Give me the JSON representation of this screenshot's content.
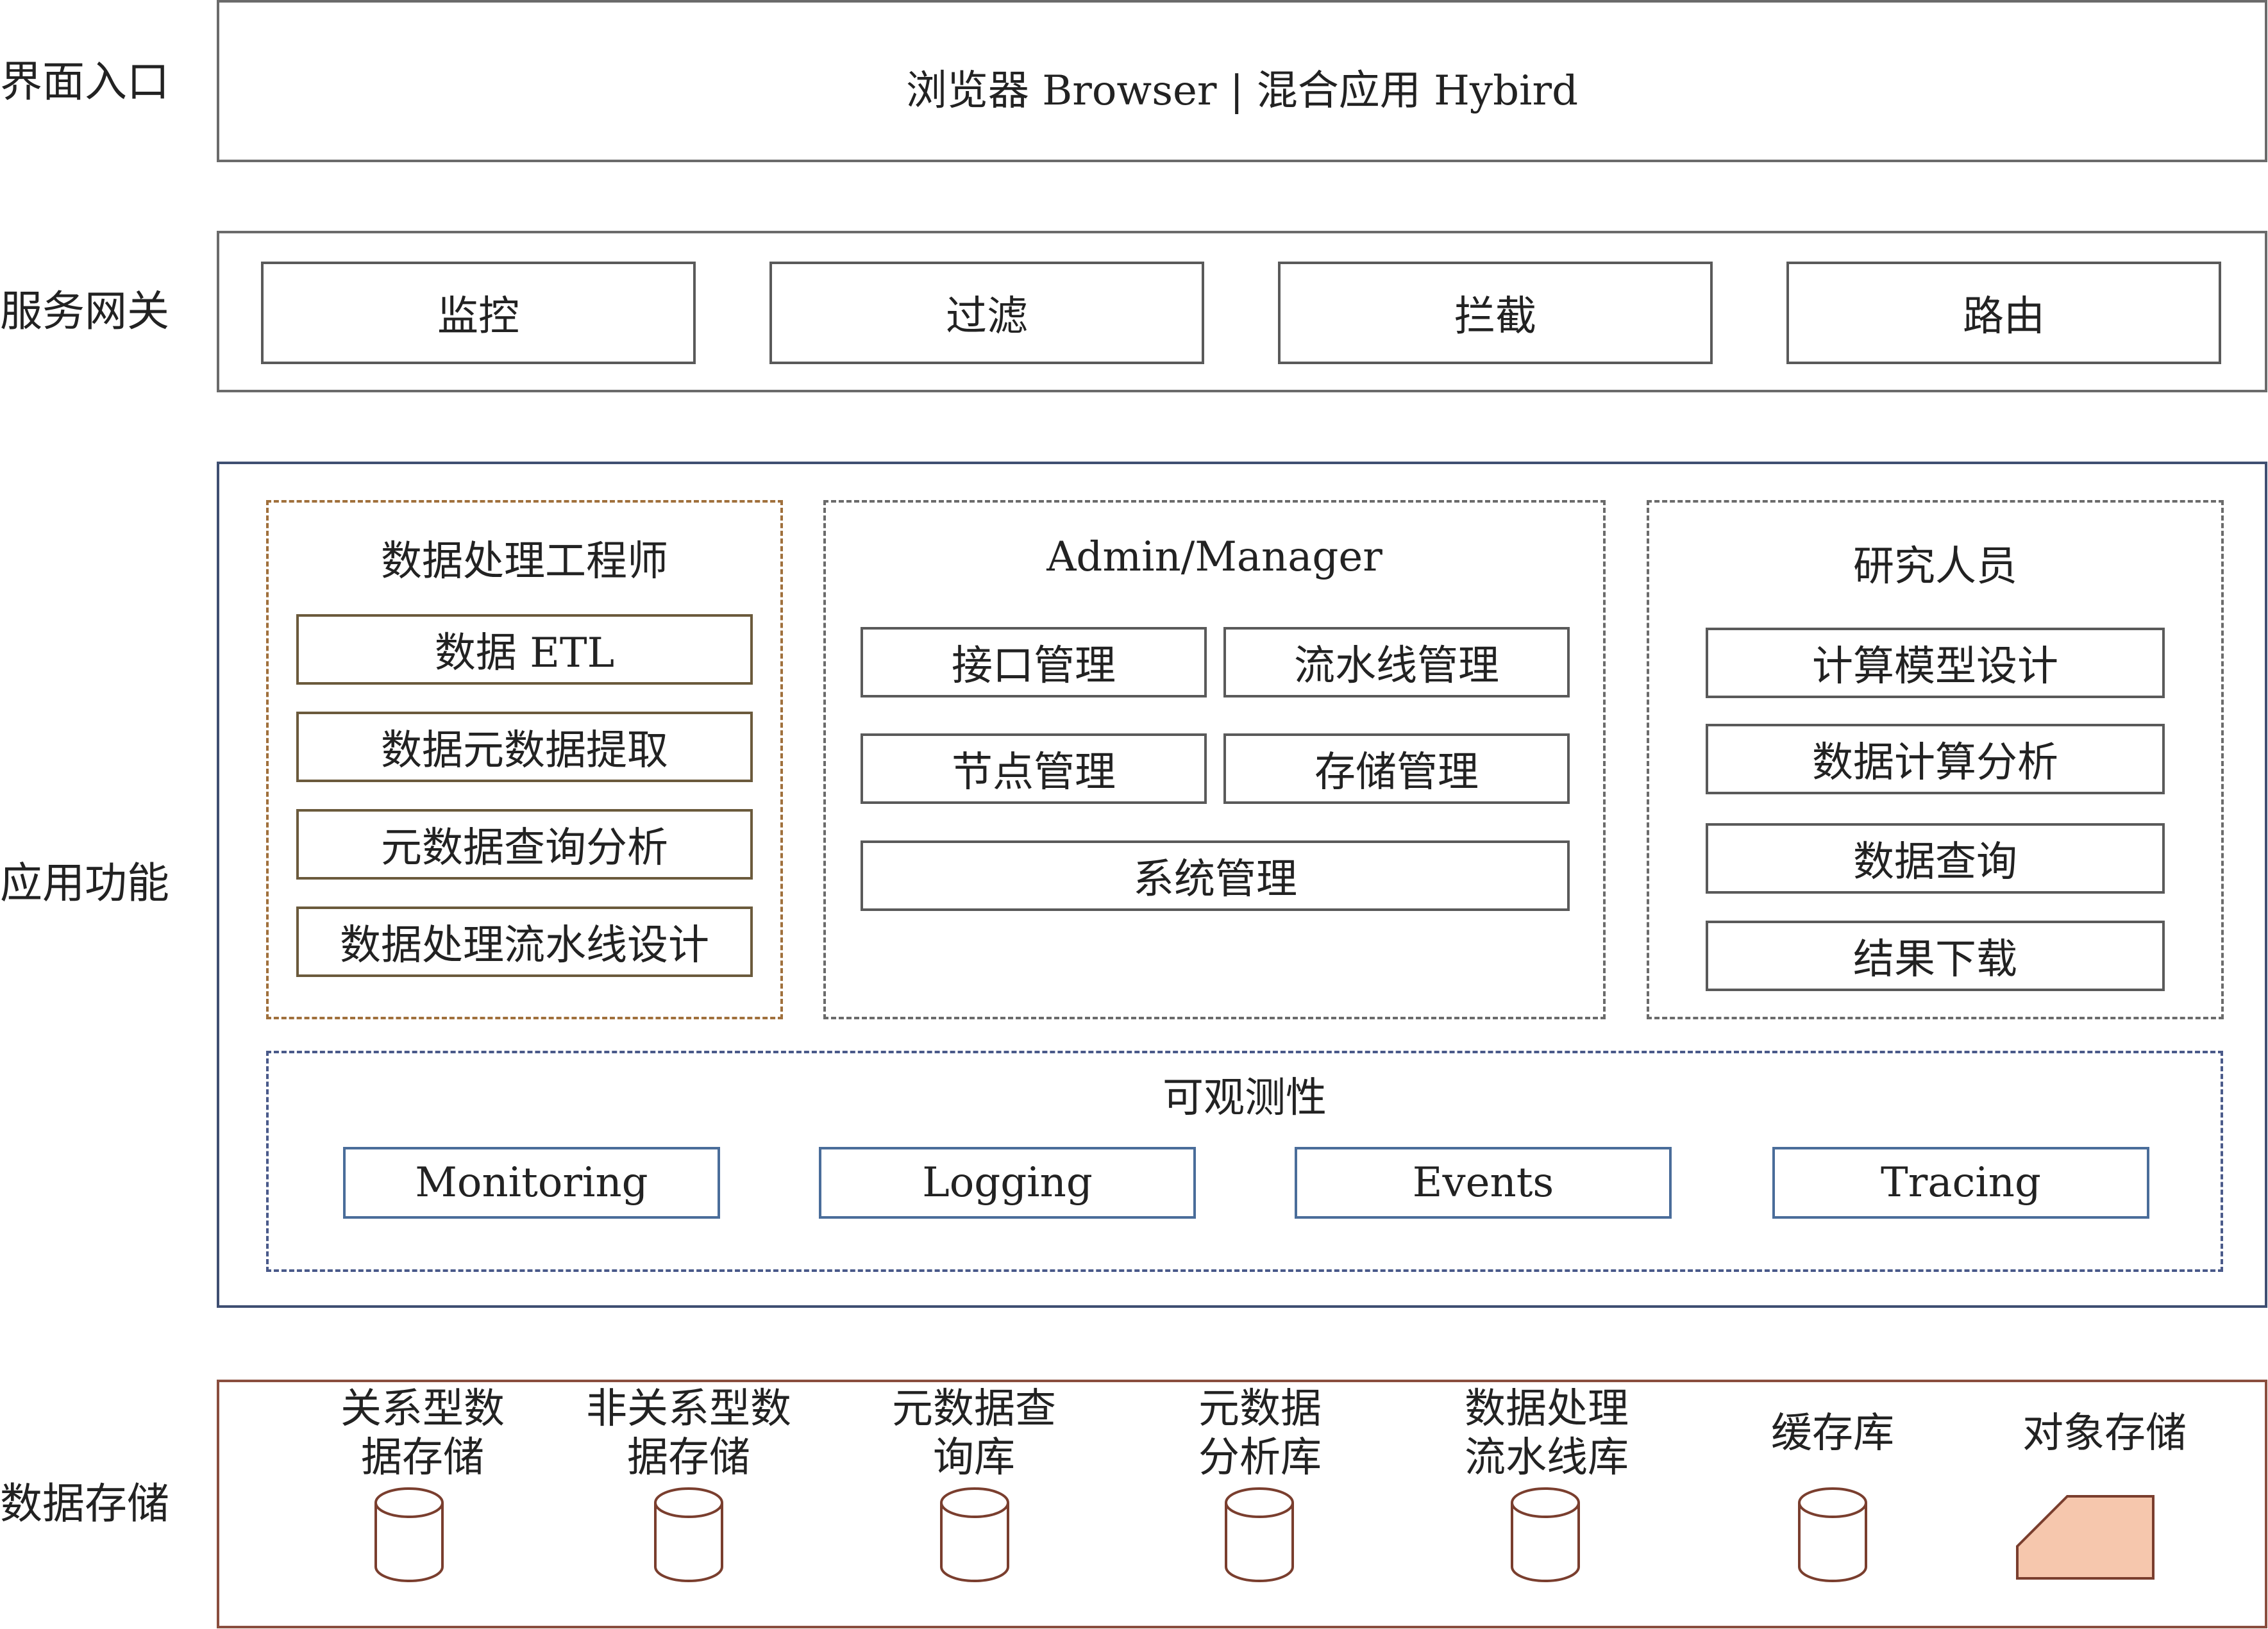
{
  "rows": {
    "entry": "界面入口",
    "gateway": "服务网关",
    "app": "应用功能",
    "storage": "数据存储"
  },
  "entry_box": "浏览器 Browser | 混合应用 Hybird",
  "gateway_items": [
    "监控",
    "过滤",
    "拦截",
    "路由"
  ],
  "groups": {
    "engineer": {
      "title": "数据处理工程师",
      "items": [
        "数据 ETL",
        "数据元数据提取",
        "元数据查询分析",
        "数据处理流水线设计"
      ]
    },
    "admin": {
      "title": "Admin/Manager",
      "items": [
        "接口管理",
        "流水线管理",
        "节点管理",
        "存储管理",
        "系统管理"
      ]
    },
    "research": {
      "title": "研究人员",
      "items": [
        "计算模型设计",
        "数据计算分析",
        "数据查询",
        "结果下载"
      ]
    },
    "observability": {
      "title": "可观测性",
      "items": [
        "Monitoring",
        "Logging",
        "Events",
        "Tracing"
      ]
    }
  },
  "storage_items": [
    {
      "line1": "关系型数",
      "line2": "据存储",
      "icon": "database-cylinder-icon"
    },
    {
      "line1": "非关系型数",
      "line2": "据存储",
      "icon": "database-cylinder-icon"
    },
    {
      "line1": "元数据查",
      "line2": "询库",
      "icon": "database-cylinder-icon"
    },
    {
      "line1": "元数据",
      "line2": "分析库",
      "icon": "database-cylinder-icon"
    },
    {
      "line1": "数据处理",
      "line2": "流水线库",
      "icon": "database-cylinder-icon"
    },
    {
      "line1": "缓存库",
      "line2": "",
      "icon": "database-cylinder-icon"
    },
    {
      "line1": "对象存储",
      "line2": "",
      "icon": "object-storage-icon"
    }
  ],
  "colors": {
    "cylinder_stroke": "#7a3e2e",
    "object_fill": "#f6c7ad"
  }
}
